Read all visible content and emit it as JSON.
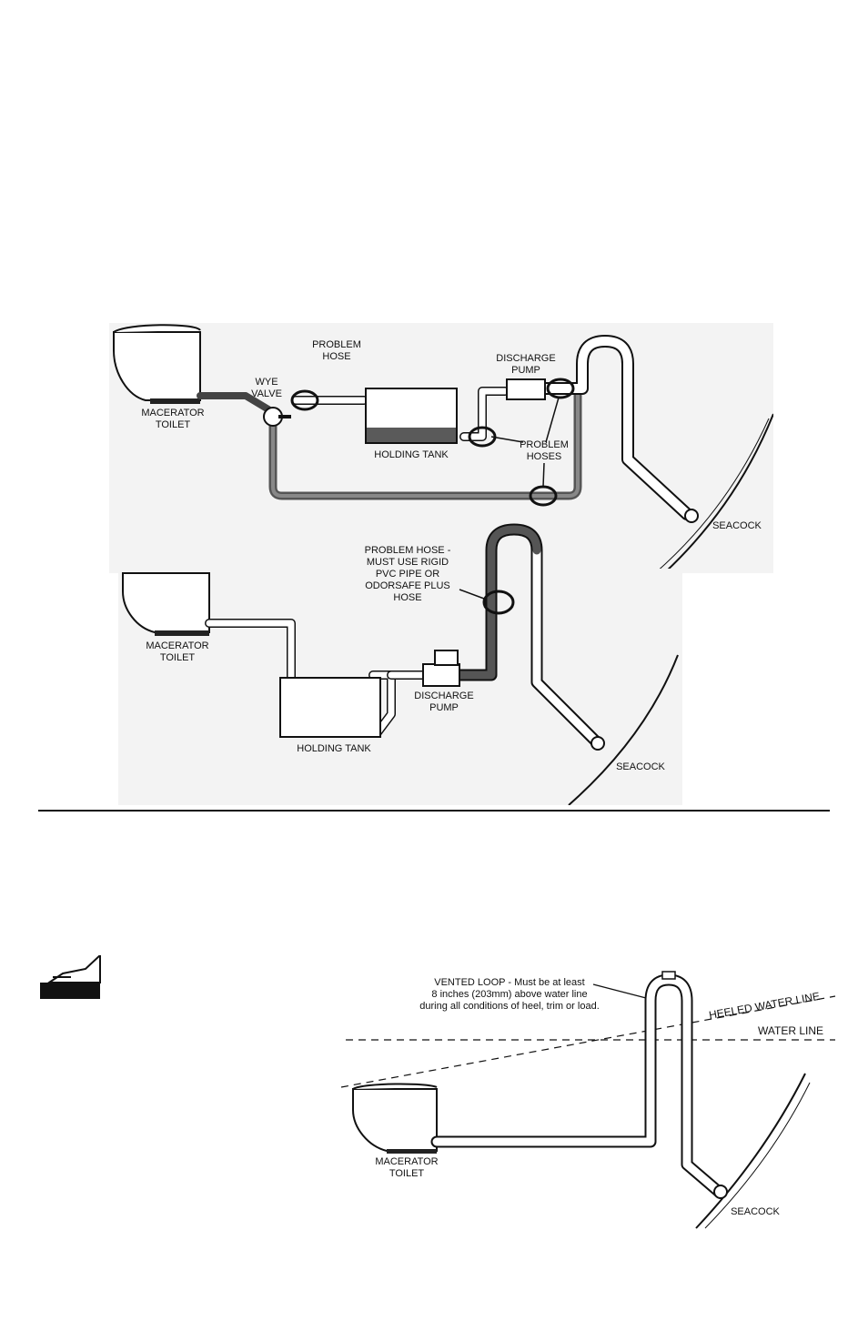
{
  "diagram1": {
    "labels": {
      "toilet_line1": "MACERATOR",
      "toilet_line2": "TOILET",
      "wye_line1": "WYE",
      "wye_line2": "VALVE",
      "problem_hose_line1": "PROBLEM",
      "problem_hose_line2": "HOSE",
      "discharge_line1": "DISCHARGE",
      "discharge_line2": "PUMP",
      "holding_tank": "HOLDING TANK",
      "problem_hoses_line1": "PROBLEM",
      "problem_hoses_line2": "HOSES",
      "seacock": "SEACOCK"
    }
  },
  "diagram2": {
    "labels": {
      "problem_line1": "PROBLEM HOSE -",
      "problem_line2": "MUST USE RIGID",
      "problem_line3": "PVC PIPE OR",
      "problem_line4": "ODORSAFE PLUS",
      "problem_line5": "HOSE",
      "toilet_line1": "MACERATOR",
      "toilet_line2": "TOILET",
      "discharge_line1": "DISCHARGE",
      "discharge_line2": "PUMP",
      "holding_tank": "HOLDING TANK",
      "seacock": "SEACOCK"
    }
  },
  "diagram3": {
    "labels": {
      "vented_loop_bold": "VENTED LOOP",
      "vented_loop_rest": " - Must be at least",
      "vented_line2": "8 inches (203mm) above water line",
      "vented_line3": "during all conditions of heel, trim or load.",
      "heeled_water_line": "HEELED WATER LINE",
      "water_line": "WATER LINE",
      "toilet_line1": "MACERATOR",
      "toilet_line2": "TOILET",
      "seacock": "SEACOCK"
    }
  },
  "colors": {
    "ink": "#111111",
    "hose_dark": "#555555",
    "hose_light": "#ffffff",
    "water": "#5a5a5a",
    "background_grey": "#ececec"
  }
}
